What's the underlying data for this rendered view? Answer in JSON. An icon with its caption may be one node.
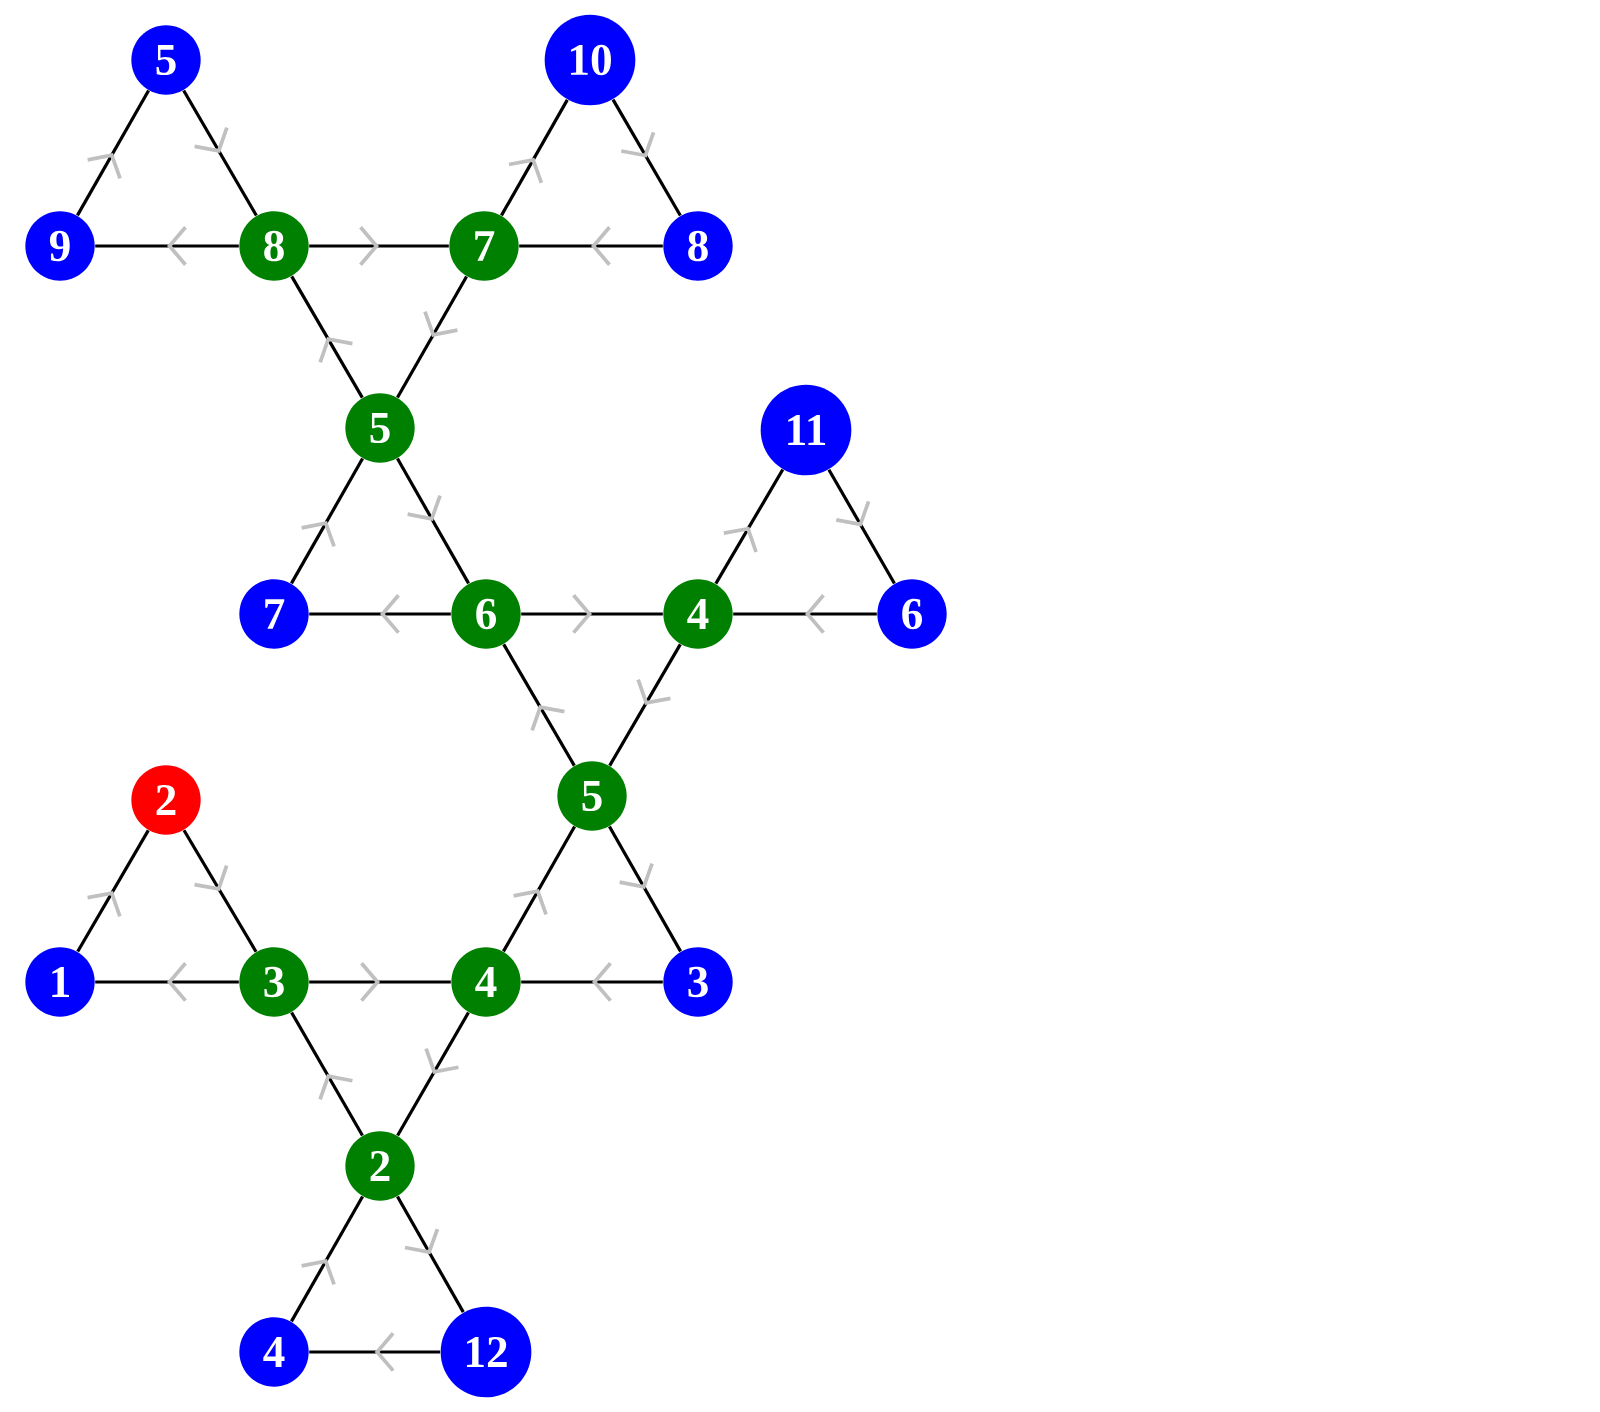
{
  "diagram": {
    "nodes": [
      {
        "text": [
          "5"
        ]
      },
      {
        "text": [
          "10"
        ]
      },
      {
        "text": [
          "9"
        ]
      },
      {
        "text": [
          "8"
        ]
      },
      {
        "text": [
          "7"
        ]
      },
      {
        "text": [
          "8"
        ]
      },
      {
        "text": [
          "5"
        ]
      },
      {
        "text": [
          "11"
        ]
      },
      {
        "text": [
          "7"
        ]
      },
      {
        "text": [
          "6"
        ]
      },
      {
        "text": [
          "4"
        ]
      },
      {
        "text": [
          "6"
        ]
      },
      {
        "text": [
          "2"
        ]
      },
      {
        "text": [
          "5"
        ]
      },
      {
        "text": [
          "1"
        ]
      },
      {
        "text": [
          "3"
        ]
      },
      {
        "text": [
          "4"
        ]
      },
      {
        "text": [
          "3"
        ]
      },
      {
        "text": [
          "2"
        ]
      },
      {
        "text": [
          "4"
        ]
      },
      {
        "text": [
          "12"
        ]
      }
    ],
    "edges": [
      {
        "from": 2,
        "to": 0,
        "arrow": "to"
      },
      {
        "from": 0,
        "to": 3,
        "arrow": "to"
      },
      {
        "from": 3,
        "to": 2,
        "arrow": "to"
      },
      {
        "from": 3,
        "to": 4,
        "arrow": "to"
      },
      {
        "from": 4,
        "to": 1,
        "arrow": "to"
      },
      {
        "from": 1,
        "to": 5,
        "arrow": "to"
      },
      {
        "from": 5,
        "to": 4,
        "arrow": "to"
      },
      {
        "from": 6,
        "to": 3,
        "arrow": "to"
      },
      {
        "from": 4,
        "to": 6,
        "arrow": "to"
      },
      {
        "from": 8,
        "to": 6,
        "arrow": "to"
      },
      {
        "from": 6,
        "to": 9,
        "arrow": "to"
      },
      {
        "from": 9,
        "to": 8,
        "arrow": "to"
      },
      {
        "from": 9,
        "to": 10,
        "arrow": "to"
      },
      {
        "from": 10,
        "to": 7,
        "arrow": "to"
      },
      {
        "from": 7,
        "to": 11,
        "arrow": "to"
      },
      {
        "from": 11,
        "to": 10,
        "arrow": "to"
      },
      {
        "from": 13,
        "to": 9,
        "arrow": "to"
      },
      {
        "from": 10,
        "to": 13,
        "arrow": "to"
      },
      {
        "from": 14,
        "to": 12,
        "arrow": "to"
      },
      {
        "from": 12,
        "to": 15,
        "arrow": "to"
      },
      {
        "from": 15,
        "to": 14,
        "arrow": "to"
      },
      {
        "from": 15,
        "to": 16,
        "arrow": "to"
      },
      {
        "from": 16,
        "to": 13,
        "arrow": "to"
      },
      {
        "from": 13,
        "to": 17,
        "arrow": "to"
      },
      {
        "from": 17,
        "to": 16,
        "arrow": "to"
      },
      {
        "from": 18,
        "to": 15,
        "arrow": "to"
      },
      {
        "from": 16,
        "to": 18,
        "arrow": "to"
      },
      {
        "from": 19,
        "to": 18,
        "arrow": "to"
      },
      {
        "from": 18,
        "to": 20,
        "arrow": "to"
      },
      {
        "from": 20,
        "to": 19,
        "arrow": "to"
      }
    ]
  }
}
